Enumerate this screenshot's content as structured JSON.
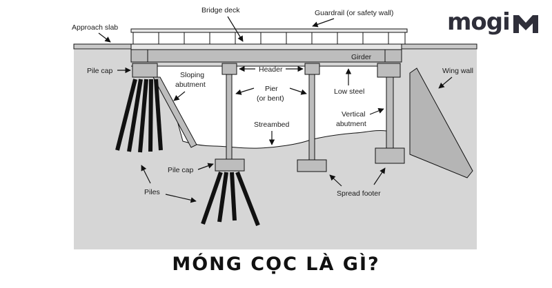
{
  "brand": {
    "logo_text": "mogi"
  },
  "caption": "MÓNG CỌC LÀ GÌ?",
  "labels": {
    "approach_slab": "Approach slab",
    "bridge_deck": "Bridge deck",
    "guardrail": "Guardrail (or safety wall)",
    "girder": "Girder",
    "pile_cap_left": "Pile cap",
    "sloping_abutment_1": "Sloping",
    "sloping_abutment_2": "abutment",
    "header": "Header",
    "pier_1": "Pier",
    "pier_2": "(or bent)",
    "low_steel": "Low steel",
    "wing_wall": "Wing wall",
    "vertical_abutment_1": "Vertical",
    "vertical_abutment_2": "abutment",
    "streambed": "Streambed",
    "pile_cap_center": "Pile cap",
    "piles": "Piles",
    "spread_footer": "Spread footer"
  },
  "colors": {
    "ground": "#d6d6d6",
    "structure": "#bdbdbd",
    "pile": "#111111",
    "logo": "#2f2f3a"
  }
}
